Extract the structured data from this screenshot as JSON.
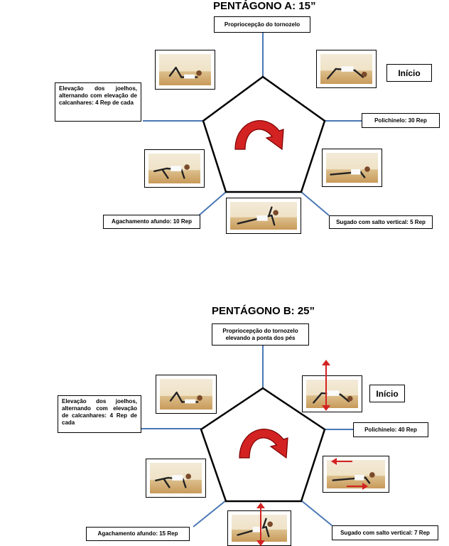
{
  "colors": {
    "connector": "#4a78b5",
    "pentagon_stroke": "#000000",
    "arrow_red": "#d32222"
  },
  "pentagon_a": {
    "title": "PENTÁGONO A: 15”",
    "top_label": "Propriocepção do tornozelo",
    "left_label": "Elevação dos joelhos, alternando com elevação de calcanhares: 4 Rep de cada",
    "start_label": "Início",
    "right_label": "Polichinelo: 30 Rep",
    "bottom_left_label": "Agachamento afundo: 10 Rep",
    "bottom_right_label": "Sugado com salto vertical: 5 Rep"
  },
  "pentagon_b": {
    "title": "PENTÁGONO B: 25”",
    "top_label": "Propriocepção do tornozelo elevando a ponta dos pés",
    "left_label": "Elevação dos joelhos, alternando com elevação de calcanhares: 4 Rep de cada",
    "start_label": "Início",
    "right_label": "Polichinelo: 40 Rep",
    "bottom_left_label": "Agachamento afundo: 15 Rep",
    "bottom_right_label": "Sugado com salto vertical: 7 Rep"
  }
}
